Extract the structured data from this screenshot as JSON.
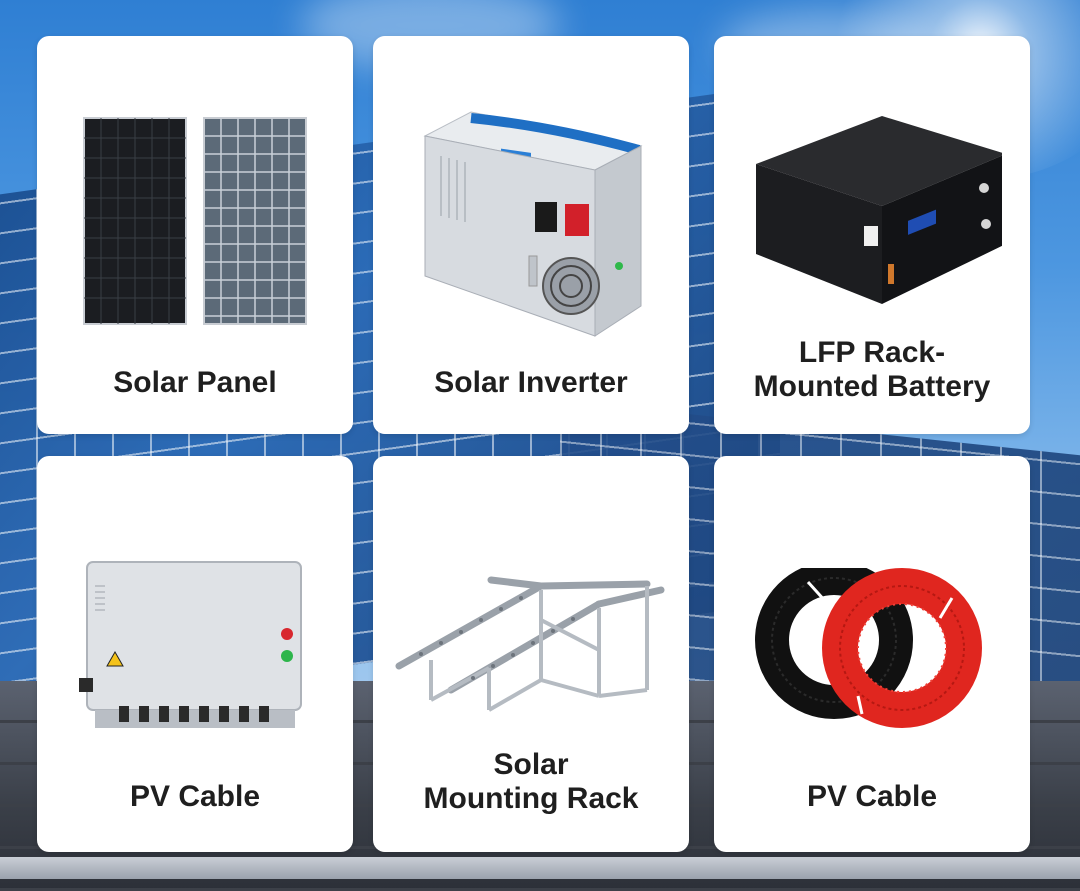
{
  "products": [
    {
      "id": "solar-panel",
      "lines": [
        "Solar Panel"
      ]
    },
    {
      "id": "solar-inverter",
      "lines": [
        "Solar Inverter"
      ]
    },
    {
      "id": "lfp-battery",
      "lines": [
        "LFP Rack-",
        "Mounted Battery"
      ]
    },
    {
      "id": "combiner-box",
      "lines": [
        "PV Cable"
      ]
    },
    {
      "id": "mounting-rack",
      "lines": [
        "Solar",
        "Mounting Rack"
      ]
    },
    {
      "id": "pv-cable",
      "lines": [
        "PV Cable"
      ]
    }
  ],
  "colors": {
    "card_bg": "#ffffff",
    "label_text": "#1f1f1f",
    "cable_red": "#e0261f",
    "cable_black": "#111111",
    "inverter_blue": "#1f6fc4"
  }
}
